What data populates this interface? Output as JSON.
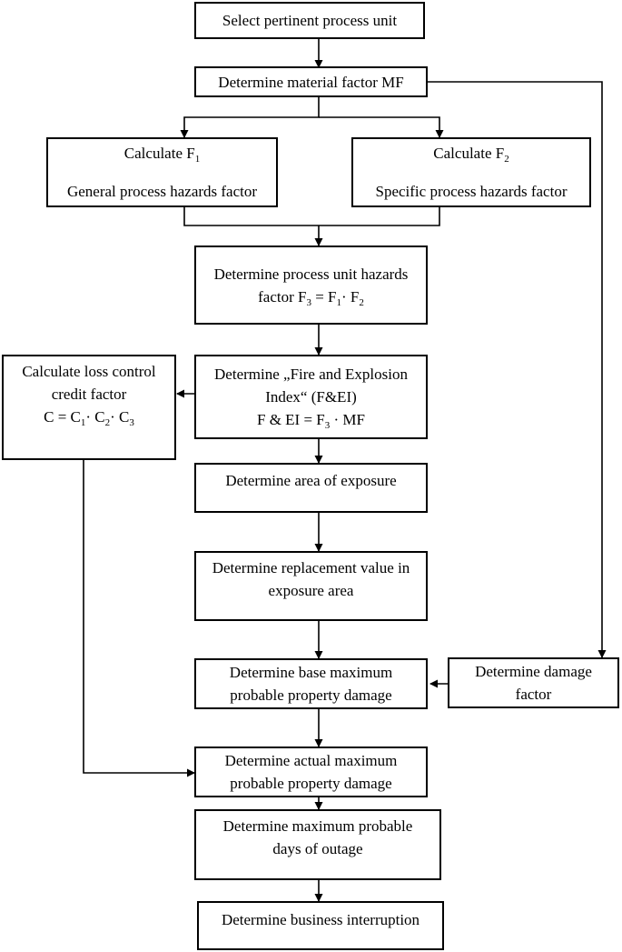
{
  "boxes": {
    "select_unit": "Select pertinent process unit",
    "material_factor": "Determine material factor MF",
    "f1": {
      "title": "Calculate F",
      "sub": "1",
      "desc": "General process hazards factor"
    },
    "f2": {
      "title": "Calculate F",
      "sub": "2",
      "desc": "Specific process hazards factor"
    },
    "f3": {
      "line1": "Determine process unit hazards",
      "line2_prefix": "factor  F",
      "sub_a": "3",
      "eq": " = F",
      "sub_b": "1",
      "dot": "· F",
      "sub_c": "2"
    },
    "fei": {
      "line1": "Determine „Fire and Explosion",
      "line2": "Index“ (F&EI)",
      "line3_prefix": "F & EI = F",
      "sub": "3",
      "line3_suffix": " · MF"
    },
    "loss_control": {
      "line1": "Calculate loss control",
      "line2": "credit factor",
      "line3_prefix": "C = C",
      "sub_a": "1",
      "mid1": "· C",
      "sub_b": "2",
      "mid2": "·  C",
      "sub_c": "3"
    },
    "area_exposure": "Determine area of exposure",
    "replacement": {
      "line1": "Determine replacement value in",
      "line2": "exposure area"
    },
    "damage_factor": {
      "line1": "Determine damage",
      "line2": "factor"
    },
    "base_mppd": {
      "line1": "Determine base maximum",
      "line2": "probable property damage"
    },
    "actual_mppd": {
      "line1": "Determine actual maximum",
      "line2": "probable property damage"
    },
    "outage": {
      "line1": "Determine maximum probable",
      "line2": "days of outage"
    },
    "business": "Determine business interruption"
  }
}
